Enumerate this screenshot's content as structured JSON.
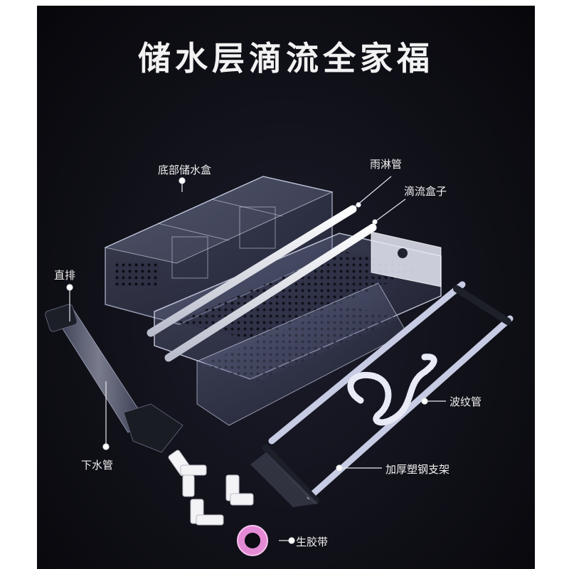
{
  "title": "储水层滴流全家福",
  "labels": {
    "bottom_box": "底部储水盒",
    "rain_pipe": "雨淋管",
    "drip_box": "滴流盒子",
    "straight_drain": "直排",
    "down_pipe": "下水管",
    "corrugated_pipe": "波纹管",
    "steel_frame": "加厚塑钢支架",
    "ptfe_tape": "生胶带"
  }
}
